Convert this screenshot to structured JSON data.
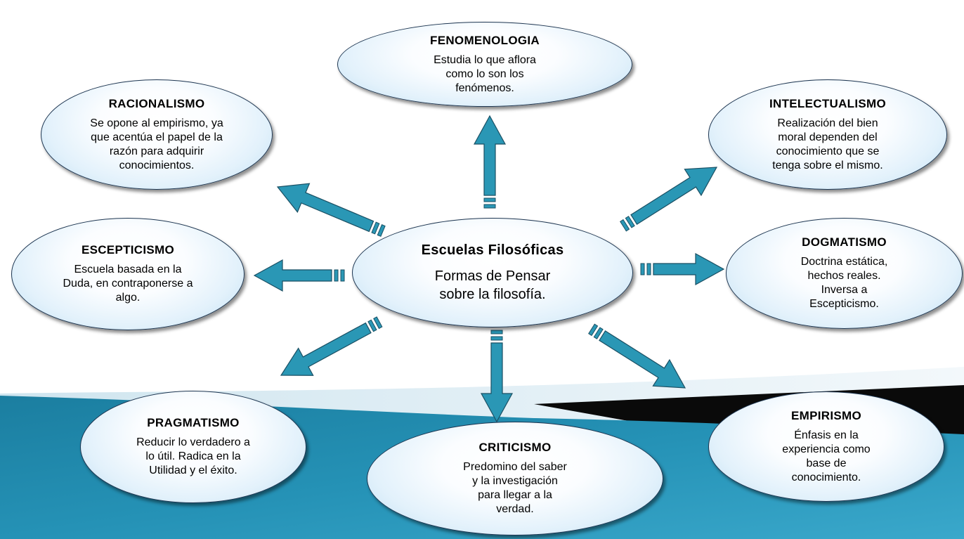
{
  "center": {
    "title": "Escuelas Filosóficas",
    "subtitle": "Formas de Pensar\nsobre la filosofía."
  },
  "nodes": [
    {
      "key": "fenomenologia",
      "title": "FENOMENOLOGIA",
      "desc": "Estudia lo que aflora\ncomo lo son los\nfenómenos."
    },
    {
      "key": "racionalismo",
      "title": "RACIONALISMO",
      "desc": "Se opone al empirismo, ya\nque acentúa el papel de la\nrazón para adquirir\nconocimientos."
    },
    {
      "key": "intelectualismo",
      "title": "INTELECTUALISMO",
      "desc": "Realización del bien\nmoral dependen del\nconocimiento que se\ntenga sobre el mismo."
    },
    {
      "key": "escepticismo",
      "title": "ESCEPTICISMO",
      "desc": "Escuela basada en la\nDuda, en contraponerse a\nalgo."
    },
    {
      "key": "dogmatismo",
      "title": "DOGMATISMO",
      "desc": "Doctrina estática,\nhechos reales.\nInversa a\nEscepticismo."
    },
    {
      "key": "pragmatismo",
      "title": "PRAGMATISMO",
      "desc": "Reducir lo verdadero a\nlo útil. Radica en la\nUtilidad y el éxito."
    },
    {
      "key": "criticismo",
      "title": "CRITICISMO",
      "desc": "Predomino del saber\ny la investigación\npara llegar a la\nverdad."
    },
    {
      "key": "empirismo",
      "title": "EMPIRISMO",
      "desc": "Énfasis en la\nexperiencia como\nbase de\nconocimiento."
    }
  ],
  "colors": {
    "arrow": "#2a97b5",
    "arrow_stroke": "#1a4f63",
    "sea": "#1f86a8",
    "dark_band": "#0a0a0a"
  }
}
